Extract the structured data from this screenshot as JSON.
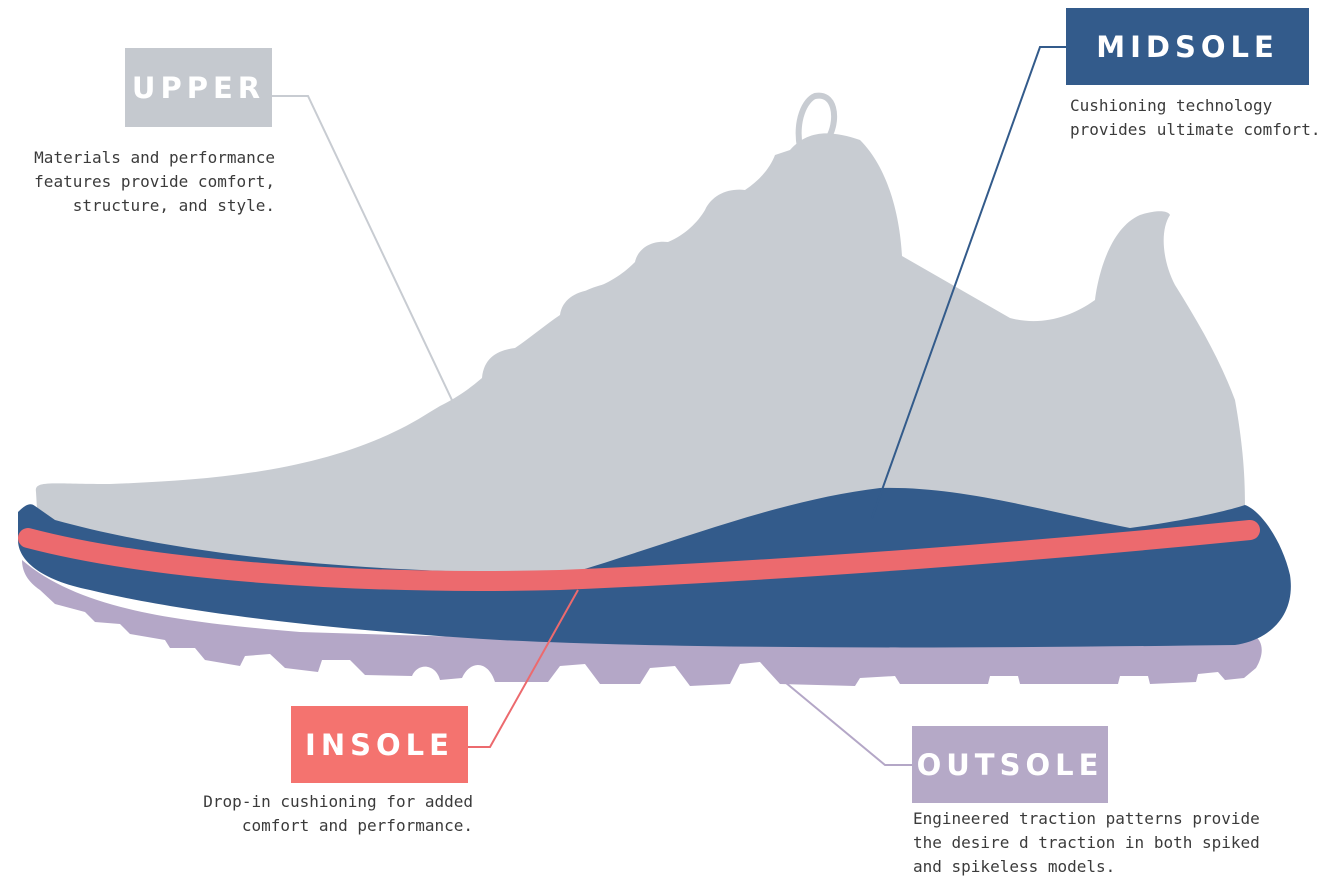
{
  "colors": {
    "upper": "#c8ccd2",
    "midsole": "#335b8b",
    "insole": "#ec6a6e",
    "outsole": "#b4a7c7",
    "upper_box": "#c5c9cf",
    "midsole_box": "#335b8b",
    "insole_box": "#f4736f",
    "outsole_box": "#b5a9c7"
  },
  "labels": {
    "upper": {
      "title": "UPPER",
      "lines": [
        "Materials and performance",
        "features provide comfort,",
        "structure, and style."
      ]
    },
    "midsole": {
      "title": "MIDSOLE",
      "lines": [
        "Cushioning technology",
        "provides ultimate comfort."
      ]
    },
    "insole": {
      "title": "INSOLE",
      "lines": [
        "Drop-in cushioning for added",
        "comfort and performance."
      ]
    },
    "outsole": {
      "title": "OUTSOLE",
      "lines": [
        "Engineered traction patterns provide",
        "the desire d traction in both spiked",
        "and spikeless models."
      ]
    }
  }
}
